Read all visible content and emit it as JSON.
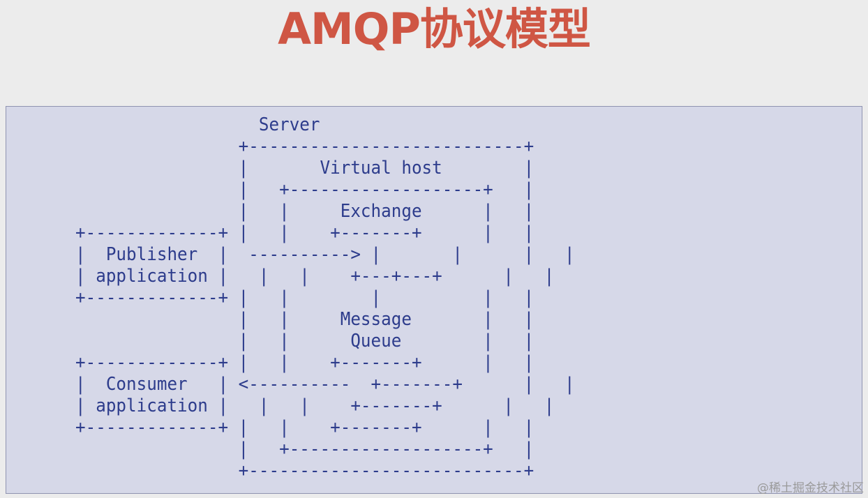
{
  "title": "AMQP协议模型",
  "diagram_ascii": "                  Server\n                +---------------------------+\n                |       Virtual host        |\n                |   +-------------------+   |\n                |   |     Exchange      |   |\n+-------------+ |   |    +-------+      |   |\n|  Publisher  |  ----------> |       |      |   |\n| application |   |   |    +---+---+      |   |\n+-------------+ |   |        |          |   |\n                |   |     Message       |   |\n                |   |      Queue        |   |\n+-------------+ |   |    +-------+      |   |\n|  Consumer   | <----------  +-------+      |   |\n| application |   |   |    +-------+      |   |\n+-------------+ |   |    +-------+      |   |\n                |   +-------------------+   |\n                +---------------------------+",
  "labels": {
    "server": "Server",
    "virtual_host": "Virtual host",
    "exchange": "Exchange",
    "message_queue": "Message Queue",
    "publisher": "Publisher application",
    "consumer": "Consumer application"
  },
  "watermark": "@稀土掘金技术社区",
  "colors": {
    "title": "#cf5644",
    "diagram_text": "#2d3c8c",
    "panel_background": "#d6d8e8",
    "page_background": "#ececec"
  }
}
